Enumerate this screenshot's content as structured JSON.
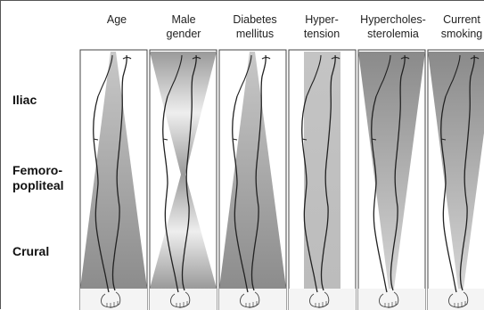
{
  "columns": [
    {
      "label": "Age"
    },
    {
      "label": "Male\ngender"
    },
    {
      "label": "Diabetes\nmellitus"
    },
    {
      "label": "Hyper-\ntension"
    },
    {
      "label": "Hypercholes-\nsterolemia"
    },
    {
      "label": "Current\nsmoking"
    }
  ],
  "rows": [
    {
      "label": "Iliac"
    },
    {
      "label": "Femoro-\npopliteal"
    },
    {
      "label": "Crural"
    }
  ]
}
